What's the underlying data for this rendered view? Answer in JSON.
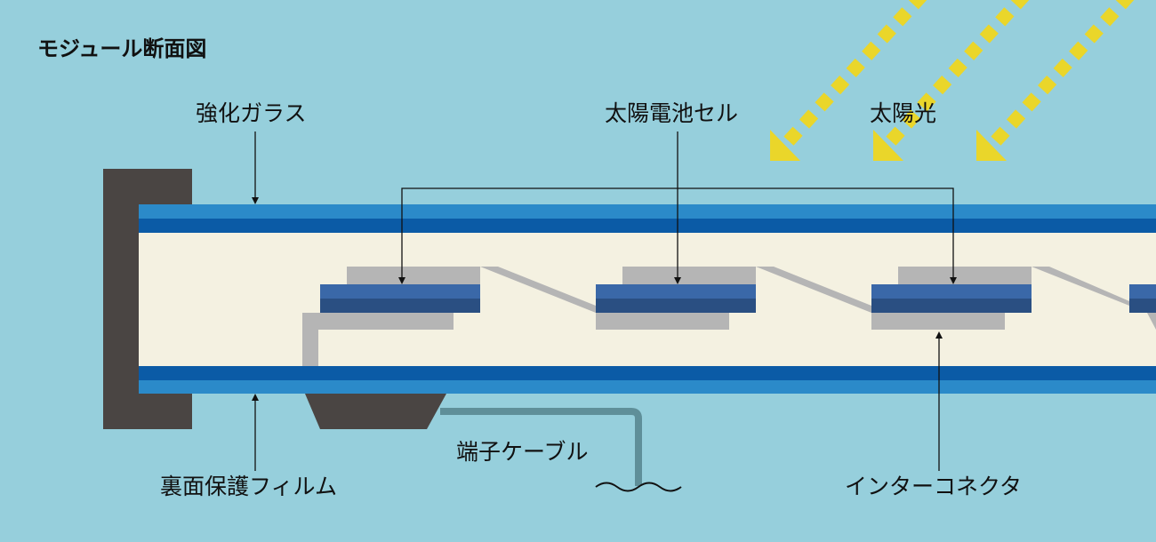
{
  "title": "モジュール断面図",
  "labels": {
    "glass": "強化ガラス",
    "cell": "太陽電池セル",
    "sunlight": "太陽光",
    "backsheet": "裏面保護フィルム",
    "junction_box": "端子ケーブル",
    "interconnector": "インターコネクタ"
  },
  "colors": {
    "background": "#96cfdc",
    "glass_light": "#2b8ac9",
    "glass_dark": "#0b5ba6",
    "encapsulant": "#f4f1e1",
    "cell_top": "#3a68a8",
    "cell_bottom": "#2a4f82",
    "connector": "#b5b5b5",
    "frame": "#4a4543",
    "sunlight": "#ead62a",
    "cable": "#5f8f99"
  }
}
